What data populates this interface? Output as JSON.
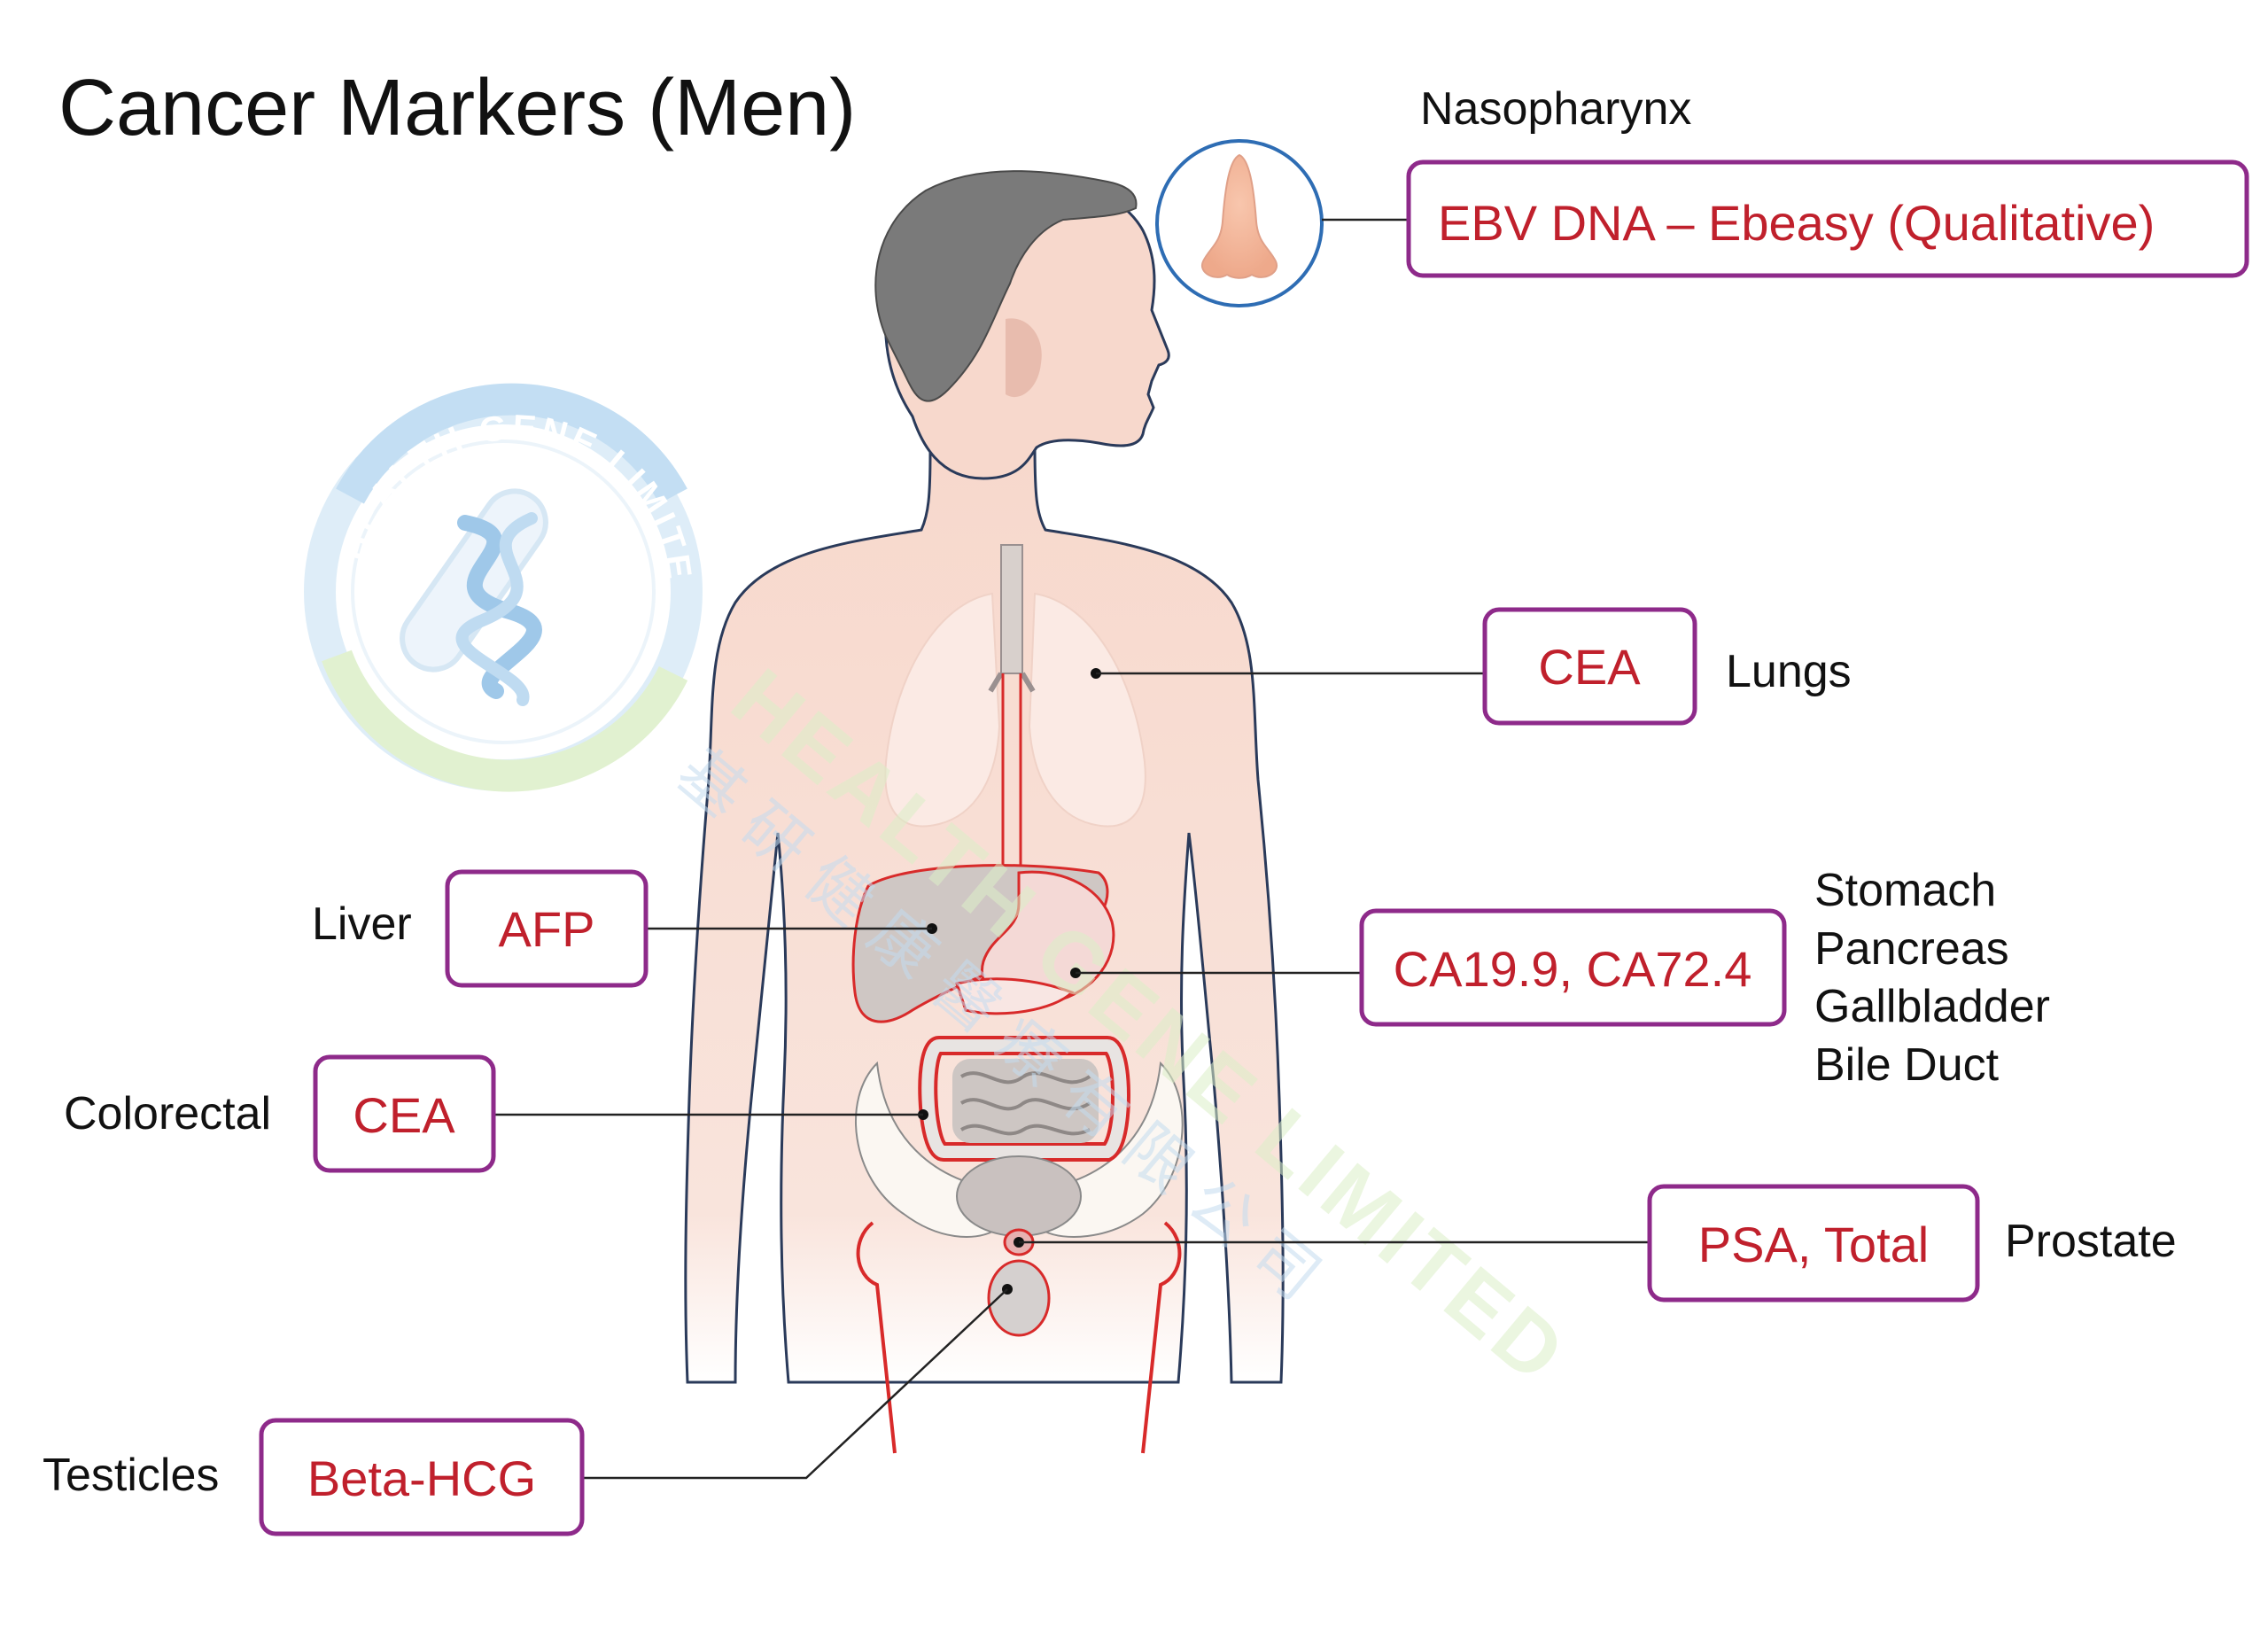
{
  "title": "Cancer Markers (Men)",
  "colors": {
    "marker_text": "#c0202c",
    "box_border": "#8e2a8a",
    "skin": "#f7d8cc",
    "hair": "#7a7a7a",
    "organ_outline": "#d82a2a",
    "watermark_blue": "#9cc6e8",
    "watermark_green": "#cfe8b4"
  },
  "markers": [
    {
      "id": "nasopharynx",
      "marker": "EBV DNA – Ebeasy (Qualitative)",
      "organ": [
        "Nasopharynx"
      ]
    },
    {
      "id": "lungs",
      "marker": "CEA",
      "organ": [
        "Lungs"
      ]
    },
    {
      "id": "liver",
      "marker": "AFP",
      "organ": [
        "Liver"
      ]
    },
    {
      "id": "stomach",
      "marker": "CA19.9, CA72.4",
      "organ": [
        "Stomach",
        "Pancreas",
        "Gallbladder",
        "Bile Duct"
      ]
    },
    {
      "id": "colorectal",
      "marker": "CEA",
      "organ": [
        "Colorectal"
      ]
    },
    {
      "id": "prostate",
      "marker": "PSA, Total",
      "organ": [
        "Prostate"
      ]
    },
    {
      "id": "testicles",
      "marker": "Beta-HCG",
      "organ": [
        "Testicles"
      ]
    }
  ],
  "watermark": {
    "text_en": "HEALTH GENE LIMITED",
    "text_zh": "基研健康醫療有限公司"
  },
  "icons": [
    "nose-icon",
    "dna-tube-logo-icon",
    "human-body-icon"
  ]
}
